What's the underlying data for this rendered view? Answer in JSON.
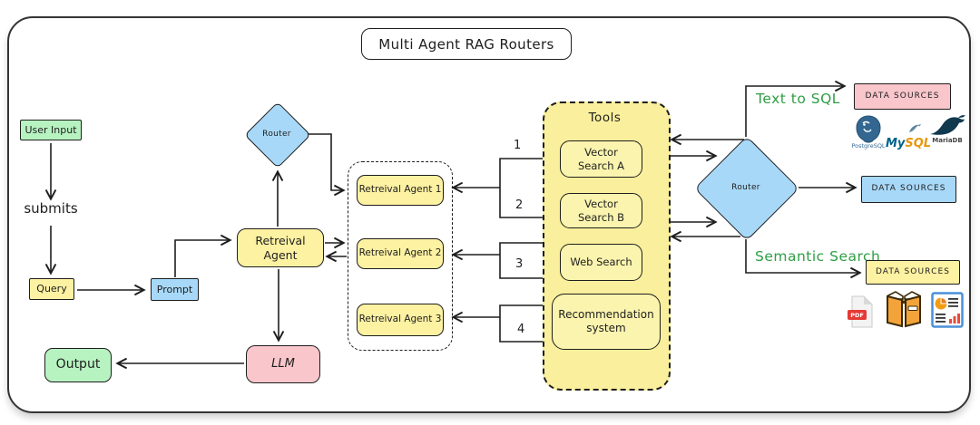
{
  "title": "Multi Agent RAG Routers",
  "flow": {
    "user_input": "User Input",
    "submits_label": "submits",
    "query": "Query",
    "prompt": "Prompt",
    "retrieval_agent": "Retreival Agent",
    "router_left": "Router",
    "llm": "LLM",
    "output": "Output"
  },
  "agents_group": {
    "agent1": "Retreival Agent 1",
    "agent2": "Retreival Agent 2",
    "agent3": "Retreival Agent 3"
  },
  "tools": {
    "title": "Tools",
    "vector_search_a_line1": "Vector",
    "vector_search_a_line2": "Search A",
    "vector_search_b_line1": "Vector",
    "vector_search_b_line2": "Search B",
    "web_search": "Web Search",
    "recommendation_line1": "Recommendation",
    "recommendation_line2": "system",
    "num1": "1",
    "num2": "2",
    "num3": "3",
    "num4": "4"
  },
  "routing": {
    "router_right": "Router",
    "text_to_sql": "Text to SQL",
    "semantic_search": "Semantic Search",
    "sql_data_sources": "DATA SOURCES",
    "mid_data_sources": "DATA SOURCES",
    "semantic_data_sources": "DATA SOURCES"
  },
  "logos": {
    "postgresql": "PostgreSQL",
    "mysql_my": "My",
    "mysql_sql": "SQL",
    "mariadb": "MariaDB",
    "pdf": "PDF"
  },
  "colors": {
    "green_fill": "#b7f2c1",
    "yellow_fill": "#fdf1a2",
    "blue_fill": "#a8d8f8",
    "pink_fill": "#f8c6cb",
    "tools_fill": "#f9ef9c",
    "green_text": "#2f9e44",
    "stroke": "#1e1e1e"
  }
}
